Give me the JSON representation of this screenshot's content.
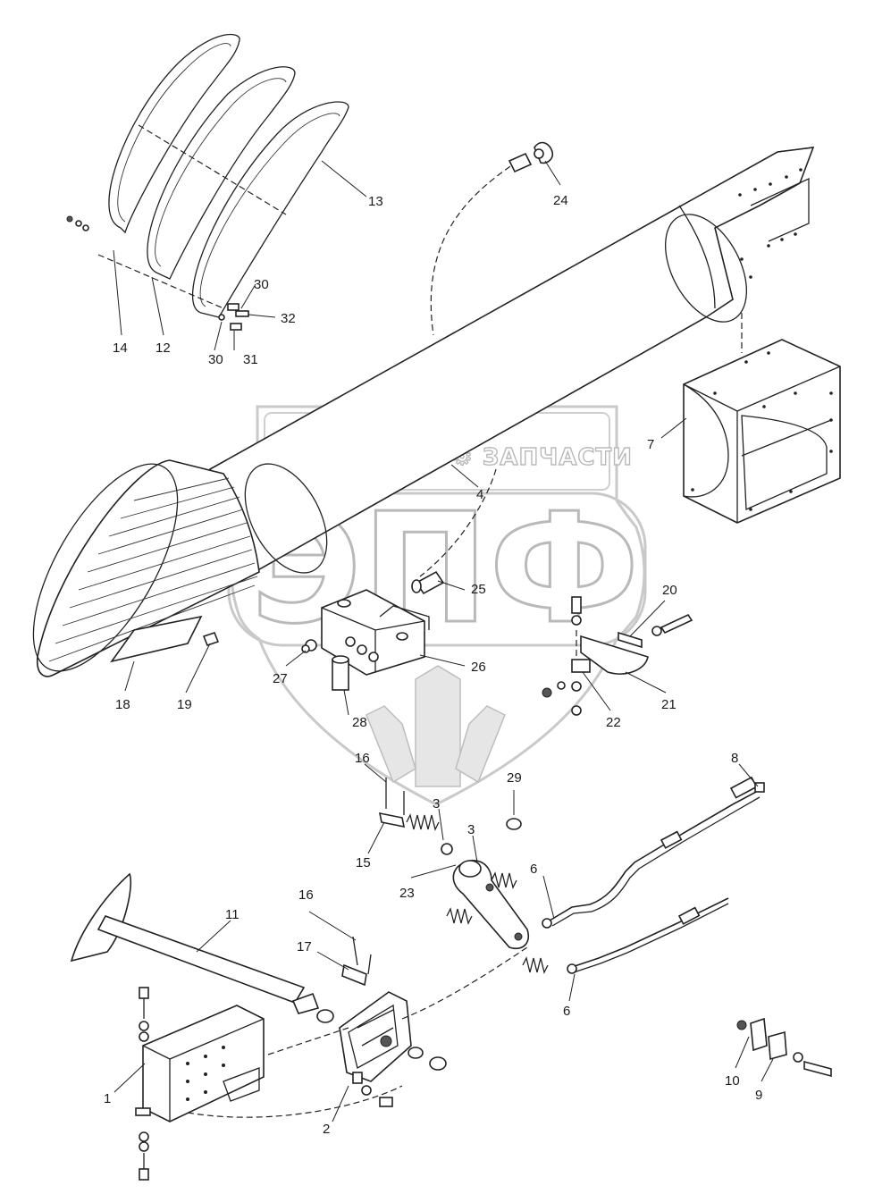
{
  "watermark": {
    "company_text": "ТЕХНИКА ⚙ ЗАПЧАСТИ",
    "logo_letters": "ЭПФ"
  },
  "callouts": [
    {
      "id": "c1",
      "text": "1"
    },
    {
      "id": "c2",
      "text": "2"
    },
    {
      "id": "c3a",
      "text": "3"
    },
    {
      "id": "c3b",
      "text": "3"
    },
    {
      "id": "c4",
      "text": "4"
    },
    {
      "id": "c6a",
      "text": "6"
    },
    {
      "id": "c6b",
      "text": "6"
    },
    {
      "id": "c7",
      "text": "7"
    },
    {
      "id": "c8",
      "text": "8"
    },
    {
      "id": "c9",
      "text": "9"
    },
    {
      "id": "c10",
      "text": "10"
    },
    {
      "id": "c11",
      "text": "11"
    },
    {
      "id": "c12",
      "text": "12"
    },
    {
      "id": "c13",
      "text": "13"
    },
    {
      "id": "c14",
      "text": "14"
    },
    {
      "id": "c15",
      "text": "15"
    },
    {
      "id": "c16a",
      "text": "16"
    },
    {
      "id": "c16b",
      "text": "16"
    },
    {
      "id": "c17",
      "text": "17"
    },
    {
      "id": "c18",
      "text": "18"
    },
    {
      "id": "c19",
      "text": "19"
    },
    {
      "id": "c20",
      "text": "20"
    },
    {
      "id": "c21",
      "text": "21"
    },
    {
      "id": "c22",
      "text": "22"
    },
    {
      "id": "c23",
      "text": "23"
    },
    {
      "id": "c24",
      "text": "24"
    },
    {
      "id": "c25",
      "text": "25"
    },
    {
      "id": "c26",
      "text": "26"
    },
    {
      "id": "c27",
      "text": "27"
    },
    {
      "id": "c28",
      "text": "28"
    },
    {
      "id": "c29",
      "text": "29"
    },
    {
      "id": "c30a",
      "text": "30"
    },
    {
      "id": "c30b",
      "text": "30"
    },
    {
      "id": "c31",
      "text": "31"
    },
    {
      "id": "c32",
      "text": "32"
    }
  ]
}
